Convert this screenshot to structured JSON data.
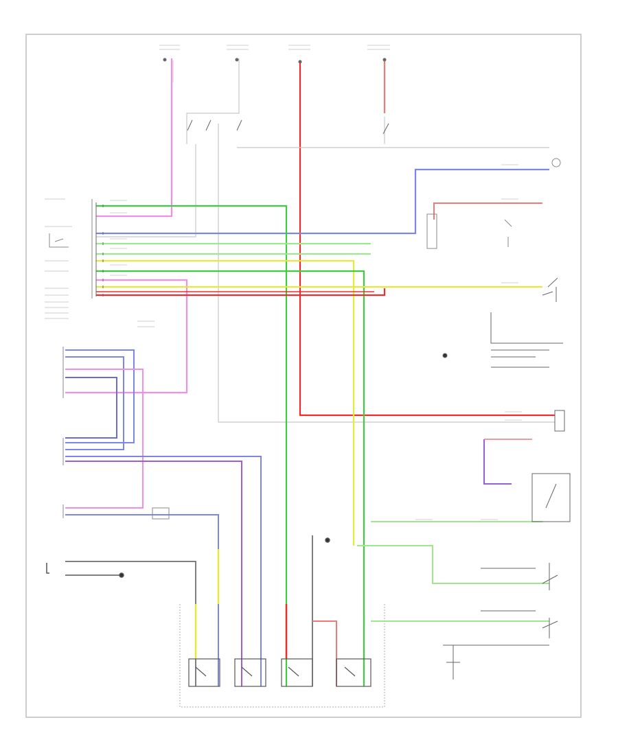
{
  "diagram": {
    "colors": {
      "border": "#bdbdbd",
      "pink": "#f08ee8",
      "green": "#3dcc3d",
      "light_green": "#9de88d",
      "red": "#ee2c2c",
      "salmon": "#f07878",
      "blue": "#7b86e8",
      "purple": "#9a5fd1",
      "yellow": "#e8e83c",
      "grey": "#c8c8c8",
      "black": "#333333"
    },
    "components": [
      {
        "id": "optical-sensor-connector",
        "icon": "connector-icon"
      },
      {
        "id": "front-left-seat-belt-connector",
        "icon": "connector-icon"
      },
      {
        "id": "heater-control-connector",
        "icon": "connector-icon"
      },
      {
        "id": "front-passenger-seat-belt-connector",
        "icon": "connector-icon"
      },
      {
        "id": "clock-spring-connector",
        "icon": "connector-icon"
      },
      {
        "id": "transmission-switch",
        "icon": "switch-icon"
      },
      {
        "id": "ground-point-left",
        "icon": "ground-icon"
      },
      {
        "id": "ground-point-right",
        "icon": "ground-icon"
      },
      {
        "id": "relay-1",
        "icon": "relay-icon"
      },
      {
        "id": "relay-2",
        "icon": "relay-icon"
      },
      {
        "id": "relay-3",
        "icon": "relay-icon"
      },
      {
        "id": "relay-4",
        "icon": "relay-icon"
      }
    ],
    "footer_text": ""
  }
}
